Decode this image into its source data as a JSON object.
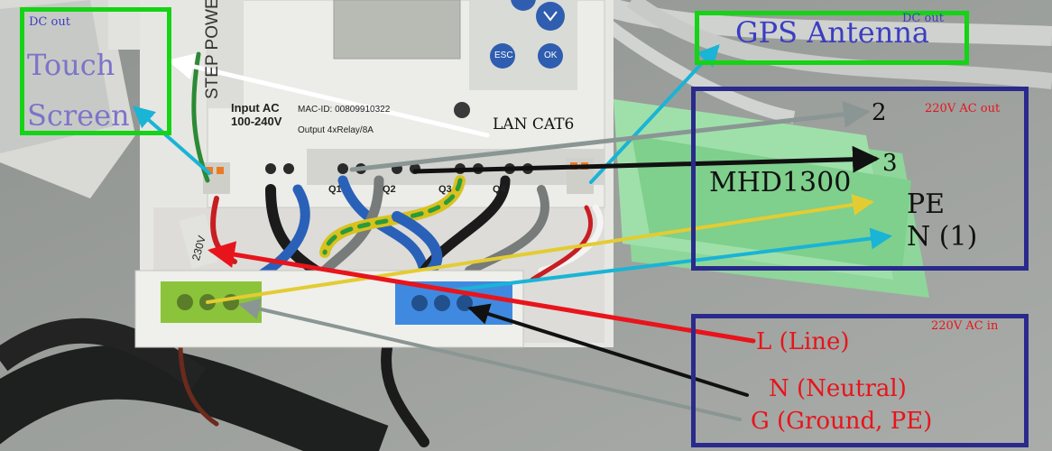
{
  "device": {
    "brand_text": "STEP POWE",
    "input_title": "Input AC",
    "input_range": "100-240V",
    "mac_line": "MAC-ID: 00809910322",
    "output_line": "Output 4xRelay/8A",
    "esc_label": "ESC",
    "ok_label": "OK",
    "relay_labels": [
      "Q1",
      "Q2",
      "Q3",
      "Q4"
    ],
    "voltage_tag": "230V"
  },
  "annotations": {
    "touch_screen": {
      "tag": "DC out",
      "line1": "Touch",
      "line2": "Screen"
    },
    "gps": {
      "label": "GPS Antenna",
      "tag": "DC out"
    },
    "lan": "LAN CAT6",
    "mhd": {
      "model": "MHD1300",
      "pin2": "2",
      "pin3": "3",
      "pe": "PE",
      "n1": "N (1)",
      "tag": "220V AC out"
    },
    "ac_in": {
      "tag": "220V AC in",
      "line": "L (Line)",
      "neutral": "N (Neutral)",
      "ground": "G (Ground, PE)"
    }
  },
  "colors": {
    "green_box": "#15d315",
    "navy_box": "#2a2a8c",
    "red": "#e8141c",
    "black": "#111111",
    "gray": "#8a9694",
    "cyan": "#19b4d6",
    "yellow": "#e3cc32",
    "white": "#ffffff",
    "touch_text": "#7b74c9",
    "gps_text": "#3b3ec0"
  }
}
